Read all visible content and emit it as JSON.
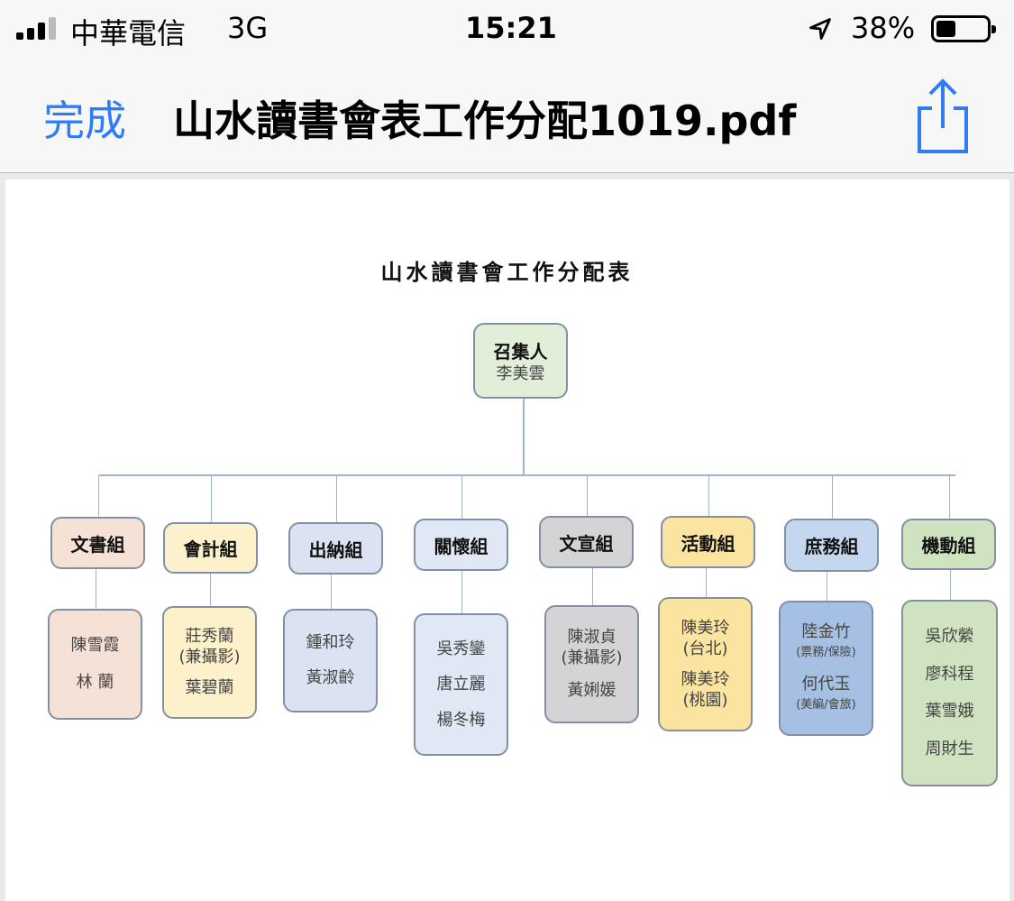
{
  "status_bar": {
    "carrier": "中華電信",
    "network": "3G",
    "time": "15:21",
    "battery": "38%",
    "battery_level": 0.38,
    "icons": [
      "signal-icon",
      "location-arrow-icon",
      "battery-icon"
    ]
  },
  "nav": {
    "done_label": "完成",
    "title": "山水讀書會表工作分配1019.pdf",
    "share_icon": "share-icon"
  },
  "chart": {
    "title": "山水讀書會工作分配表",
    "root": {
      "role": "召集人",
      "name": "李美雲"
    },
    "groups": [
      {
        "name": "文書組",
        "color": "#f5e1d6",
        "member_color": "#f5e1d6",
        "members": [
          {
            "name": "陳雪霞"
          },
          {
            "name": "林 蘭"
          }
        ]
      },
      {
        "name": "會計組",
        "color": "#fdf1cc",
        "member_color": "#fdf1cc",
        "members": [
          {
            "name": "莊秀蘭",
            "note": "(兼攝影)"
          },
          {
            "name": "葉碧蘭"
          }
        ]
      },
      {
        "name": "出納組",
        "color": "#dbe3f2",
        "member_color": "#dbe3f2",
        "members": [
          {
            "name": "鍾和玲"
          },
          {
            "name": "黃淑齡"
          }
        ]
      },
      {
        "name": "關懷組",
        "color": "#dfe8f4",
        "member_color": "#dfe8f4",
        "members": [
          {
            "name": "吳秀鑾"
          },
          {
            "name": "唐立麗"
          },
          {
            "name": "楊冬梅"
          }
        ]
      },
      {
        "name": "文宣組",
        "color": "#d4d4d6",
        "member_color": "#d4d4d6",
        "members": [
          {
            "name": "陳淑貞",
            "note": "(兼攝影)"
          },
          {
            "name": "黃娳媛"
          }
        ]
      },
      {
        "name": "活動組",
        "color": "#fbe3a0",
        "member_color": "#fbe3a0",
        "members": [
          {
            "name": "陳美玲",
            "note": "(台北)"
          },
          {
            "name": "陳美玲",
            "note": "(桃園)"
          }
        ]
      },
      {
        "name": "庶務組",
        "color": "#c4d7ee",
        "member_color": "#a5c0e3",
        "members": [
          {
            "name": "陸金竹",
            "note": "(票務/保險)",
            "small": true
          },
          {
            "name": "何代玉",
            "note": "(美編/會旅)",
            "small": true
          }
        ]
      },
      {
        "name": "機動組",
        "color": "#d0e3c1",
        "member_color": "#d0e3c1",
        "members": [
          {
            "name": "吳欣縈"
          },
          {
            "name": "廖科程"
          },
          {
            "name": "葉雪娥"
          },
          {
            "name": "周財生"
          }
        ]
      }
    ]
  }
}
